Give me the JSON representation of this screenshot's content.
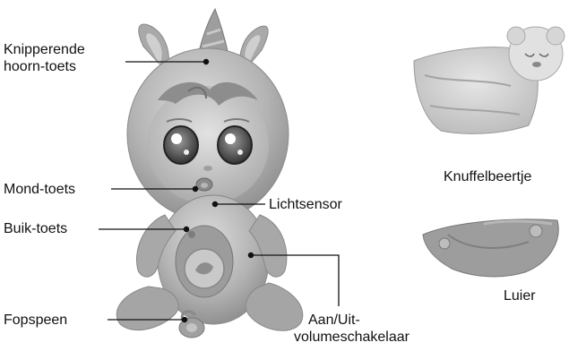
{
  "labels": {
    "horn": [
      "Knipperende",
      "hoorn-toets"
    ],
    "mouth": "Mond-toets",
    "belly": "Buik-toets",
    "pacifier": "Fopspeen",
    "light_sensor": "Lichtsensor",
    "switch": [
      "Aan/Uit-",
      "volumeschakelaar"
    ],
    "teddy": "Knuffelbeertje",
    "diaper": "Luier"
  },
  "colors": {
    "doll_body": "#b5b5b5",
    "doll_shadow": "#8f8f8f",
    "doll_light": "#d9d9d9",
    "line": "#111111"
  }
}
